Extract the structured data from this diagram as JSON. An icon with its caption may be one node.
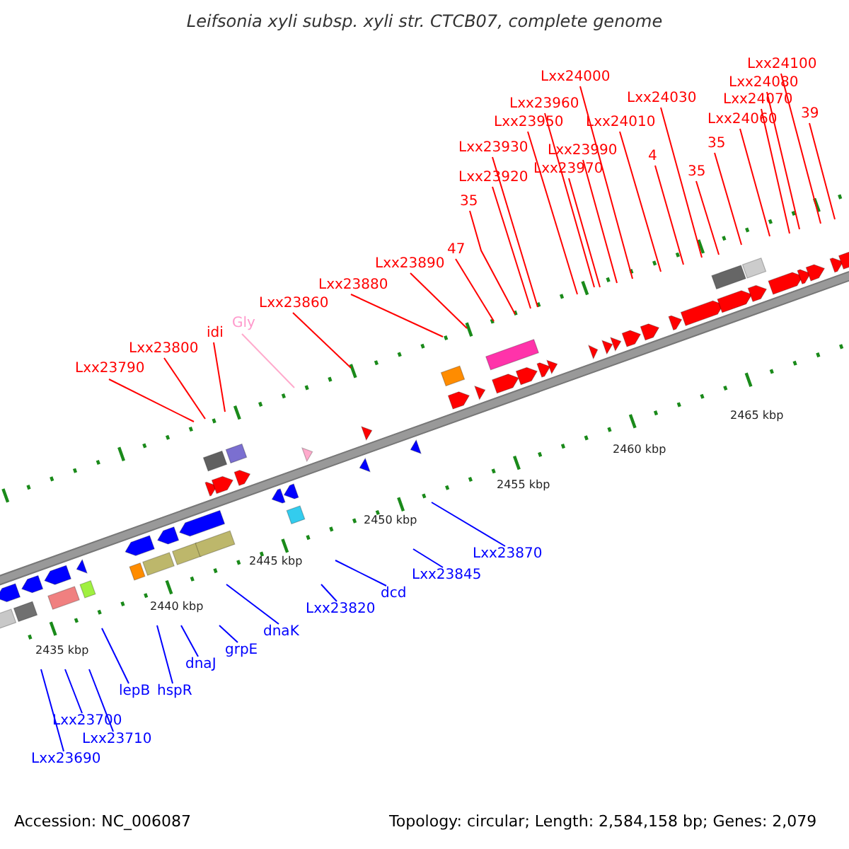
{
  "diagram": {
    "title": "Leifsonia xyli subsp. xyli str. CTCB07, complete genome",
    "nodes": [
      {
        "text": [
          "Lxx23790"
        ]
      },
      {
        "text": [
          "Lxx23800"
        ]
      },
      {
        "text": [
          "idi"
        ]
      },
      {
        "text": [
          "Gly"
        ]
      },
      {
        "text": [
          "Lxx23860"
        ]
      },
      {
        "text": [
          "Lxx23880"
        ]
      },
      {
        "text": [
          "Lxx23890"
        ]
      },
      {
        "text": [
          "47"
        ]
      },
      {
        "text": [
          "35"
        ]
      },
      {
        "text": [
          "Lxx23920"
        ]
      },
      {
        "text": [
          "Lxx23930"
        ]
      },
      {
        "text": [
          "Lxx23950"
        ]
      },
      {
        "text": [
          "Lxx23960"
        ]
      },
      {
        "text": [
          "Lxx23970"
        ]
      },
      {
        "text": [
          "Lxx23990"
        ]
      },
      {
        "text": [
          "Lxx24000"
        ]
      },
      {
        "text": [
          "Lxx24010"
        ]
      },
      {
        "text": [
          "4"
        ]
      },
      {
        "text": [
          "Lxx24030"
        ]
      },
      {
        "text": [
          "35"
        ]
      },
      {
        "text": [
          "35"
        ]
      },
      {
        "text": [
          "Lxx24060"
        ]
      },
      {
        "text": [
          "Lxx24070"
        ]
      },
      {
        "text": [
          "Lxx24080"
        ]
      },
      {
        "text": [
          "Lxx24100"
        ]
      },
      {
        "text": [
          "39"
        ]
      },
      {
        "text": [
          "Lxx23690"
        ]
      },
      {
        "text": [
          "Lxx23700"
        ]
      },
      {
        "text": [
          "Lxx23710"
        ]
      },
      {
        "text": [
          "lepB"
        ]
      },
      {
        "text": [
          "hspR"
        ]
      },
      {
        "text": [
          "dnaJ"
        ]
      },
      {
        "text": [
          "grpE"
        ]
      },
      {
        "text": [
          "dnaK"
        ]
      },
      {
        "text": [
          "Lxx23820"
        ]
      },
      {
        "text": [
          "dcd"
        ]
      },
      {
        "text": [
          "Lxx23845"
        ]
      },
      {
        "text": [
          "Lxx23870"
        ]
      }
    ],
    "edges": [
      {
        "from": 0,
        "to": null,
        "arrow": "none"
      },
      {
        "from": 1,
        "to": null,
        "arrow": "none"
      },
      {
        "from": 2,
        "to": null,
        "arrow": "none"
      },
      {
        "from": 3,
        "to": null,
        "arrow": "none",
        "color": "#ffaacc"
      },
      {
        "from": 4,
        "to": null,
        "arrow": "none"
      },
      {
        "from": 5,
        "to": null,
        "arrow": "none"
      },
      {
        "from": 6,
        "to": null,
        "arrow": "none"
      },
      {
        "from": 7,
        "to": null,
        "arrow": "none"
      },
      {
        "from": 8,
        "to": null,
        "arrow": "none"
      },
      {
        "from": 9,
        "to": null,
        "arrow": "none"
      },
      {
        "from": 10,
        "to": null,
        "arrow": "none"
      },
      {
        "from": 11,
        "to": null,
        "arrow": "none"
      },
      {
        "from": 12,
        "to": null,
        "arrow": "none"
      },
      {
        "from": 13,
        "to": null,
        "arrow": "none"
      },
      {
        "from": 14,
        "to": null,
        "arrow": "none"
      },
      {
        "from": 15,
        "to": null,
        "arrow": "none"
      },
      {
        "from": 16,
        "to": null,
        "arrow": "none"
      },
      {
        "from": 17,
        "to": null,
        "arrow": "none"
      },
      {
        "from": 18,
        "to": null,
        "arrow": "none"
      },
      {
        "from": 19,
        "to": null,
        "arrow": "none"
      },
      {
        "from": 20,
        "to": null,
        "arrow": "none"
      },
      {
        "from": 21,
        "to": null,
        "arrow": "none"
      },
      {
        "from": 22,
        "to": null,
        "arrow": "none"
      },
      {
        "from": 23,
        "to": null,
        "arrow": "none"
      },
      {
        "from": 24,
        "to": null,
        "arrow": "none"
      },
      {
        "from": 25,
        "to": null,
        "arrow": "none"
      },
      {
        "from": 26,
        "to": null,
        "arrow": "none",
        "color": "#0000ff"
      },
      {
        "from": 27,
        "to": null,
        "arrow": "none",
        "color": "#0000ff"
      },
      {
        "from": 28,
        "to": null,
        "arrow": "none",
        "color": "#0000ff"
      },
      {
        "from": 29,
        "to": null,
        "arrow": "none",
        "color": "#0000ff"
      },
      {
        "from": 30,
        "to": null,
        "arrow": "none",
        "color": "#0000ff"
      },
      {
        "from": 31,
        "to": null,
        "arrow": "none",
        "color": "#0000ff"
      },
      {
        "from": 32,
        "to": null,
        "arrow": "none",
        "color": "#0000ff"
      },
      {
        "from": 33,
        "to": null,
        "arrow": "none",
        "color": "#0000ff"
      },
      {
        "from": 34,
        "to": null,
        "arrow": "none",
        "color": "#0000ff"
      },
      {
        "from": 35,
        "to": null,
        "arrow": "none",
        "color": "#0000ff"
      },
      {
        "from": 36,
        "to": null,
        "arrow": "none",
        "color": "#0000ff"
      },
      {
        "from": 37,
        "to": null,
        "arrow": "none",
        "color": "#0000ff"
      }
    ],
    "labels": [
      "2465 kbp",
      "2460 kbp",
      "2455 kbp",
      "2450 kbp",
      "2445 kbp",
      "2440 kbp",
      "2435 kbp",
      "Accession: NC_006087",
      "Topology: circular; Length: 2,584,158 bp; Genes: 2,079"
    ]
  }
}
